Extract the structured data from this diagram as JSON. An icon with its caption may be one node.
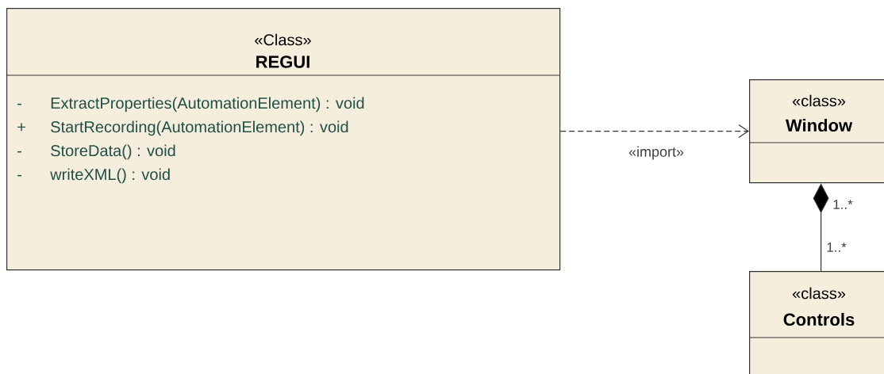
{
  "diagram": {
    "nodes": [
      {
        "text": [
          "«Class»",
          "REGUI",
          "-",
          "ExtractProperties(AutomationElement) : void",
          "+",
          "StartRecording(AutomationElement) : void",
          "-",
          "StoreData() : void",
          "-",
          "writeXML() : void"
        ]
      },
      {
        "text": [
          "«class»",
          "Window"
        ]
      },
      {
        "text": [
          "«class»",
          "Controls"
        ]
      }
    ],
    "edges": [
      {
        "from": 0,
        "to": 1,
        "arrow": "to",
        "style": "dashed",
        "label": "«import»"
      },
      {
        "from": 2,
        "to": 1,
        "arrow": "other"
      }
    ],
    "labels": [
      "1..*",
      "1..*"
    ]
  }
}
